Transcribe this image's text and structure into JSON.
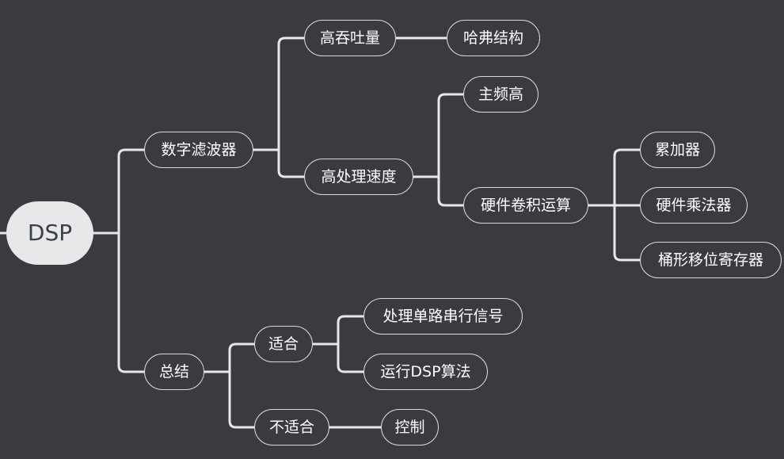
{
  "colors": {
    "background": "#393b40",
    "line": "#e8e8e8",
    "root_fill": "#e6e8e9",
    "root_text": "#3c3f44",
    "node_border": "#d9d9d9",
    "node_text": "#ffffff"
  },
  "nodes": {
    "root": "DSP",
    "n1": "数字滤波器",
    "n11": "高吞吐量",
    "n111": "哈弗结构",
    "n12": "高处理速度",
    "n121": "主频高",
    "n122": "硬件卷积运算",
    "n1221": "累加器",
    "n1222": "硬件乘法器",
    "n1223": "桶形移位寄存器",
    "n2": "总结",
    "n21": "适合",
    "n211": "处理单路串行信号",
    "n212": "运行DSP算法",
    "n22": "不适合",
    "n221": "控制"
  }
}
